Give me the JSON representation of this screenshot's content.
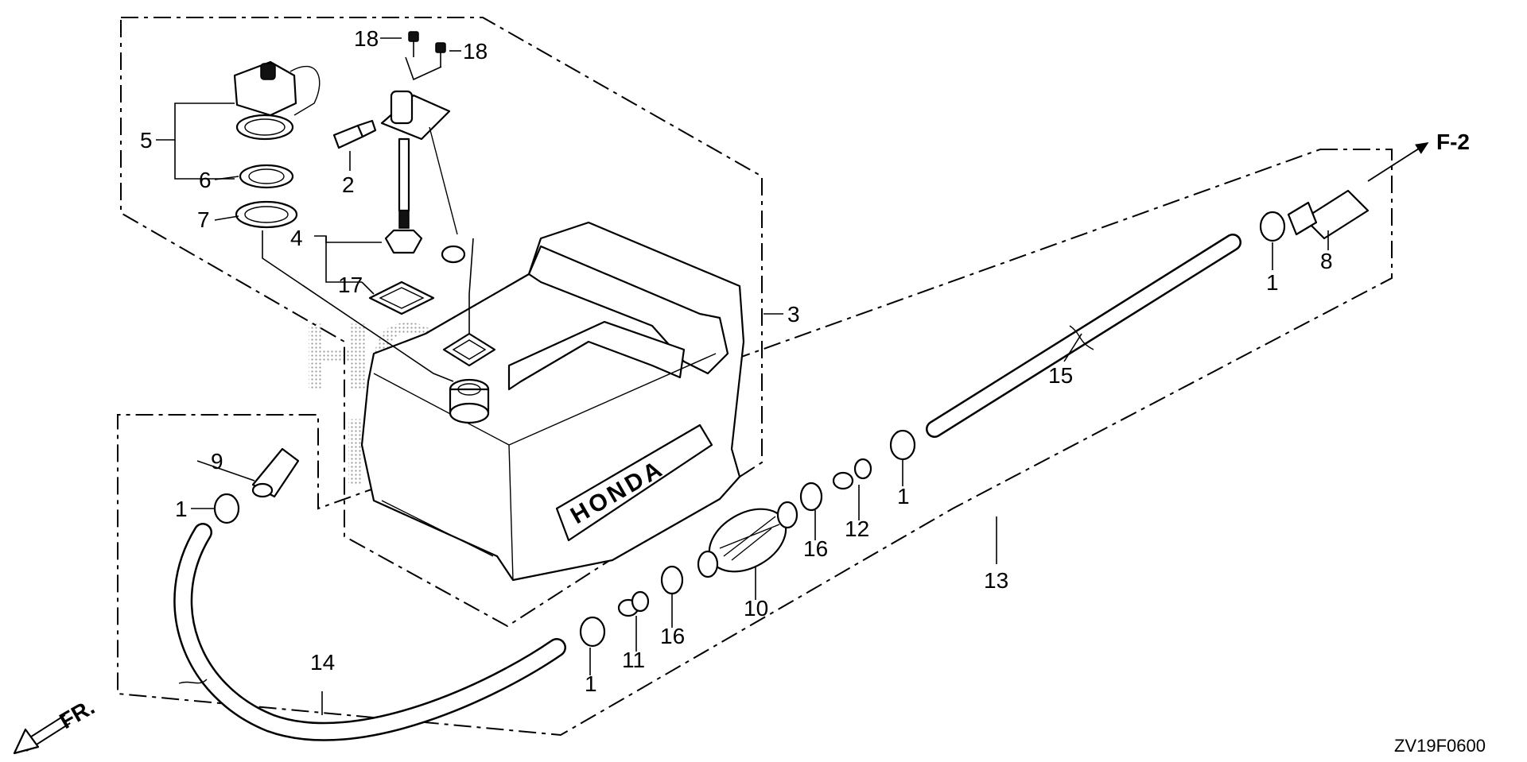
{
  "diagram": {
    "callouts": {
      "c1a": "1",
      "c1b": "1",
      "c1c": "1",
      "c1d": "1",
      "c2": "2",
      "c3": "3",
      "c4": "4",
      "c5": "5",
      "c6": "6",
      "c7": "7",
      "c8": "8",
      "c9": "9",
      "c10": "10",
      "c11": "11",
      "c12": "12",
      "c13": "13",
      "c14": "14",
      "c15": "15",
      "c16a": "16",
      "c16b": "16",
      "c17": "17",
      "c18a": "18",
      "c18b": "18"
    },
    "direction_front": "FR.",
    "reference_f2": "F-2",
    "diagram_code": "ZV19F0600",
    "watermark": "HONDA",
    "tank_emboss": "HONDA"
  }
}
